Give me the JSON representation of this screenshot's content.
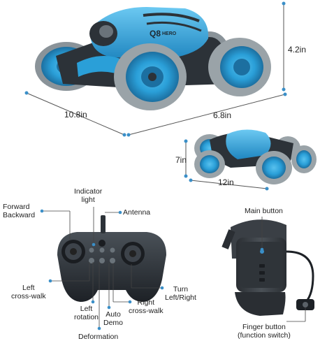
{
  "dimensions": {
    "main_length": "10.8in",
    "main_width": "6.8in",
    "main_height": "4.2in",
    "small_height": "7in",
    "small_length": "12in"
  },
  "controller_labels": {
    "indicator": "Indicator\nlight",
    "antenna": "Antenna",
    "forward_backward": "Forward\nBackward",
    "left_crosswalk": "Left\ncross-walk",
    "left_rotation": "Left\nrotation",
    "auto_demo": "Auto\nDemo",
    "right_crosswalk": "Right\ncross-walk",
    "turn": "Turn\nLeft/Right",
    "deformation": "Deformation"
  },
  "watch_labels": {
    "main_button": "Main button",
    "finger_button": "Finger button\n(function switch)"
  },
  "product_badge": "HERO",
  "colors": {
    "car_blue": "#2a9fd8",
    "car_dark": "#2c3238",
    "tread_gray": "#9aa3a8",
    "callout": "#3a8fc8"
  }
}
